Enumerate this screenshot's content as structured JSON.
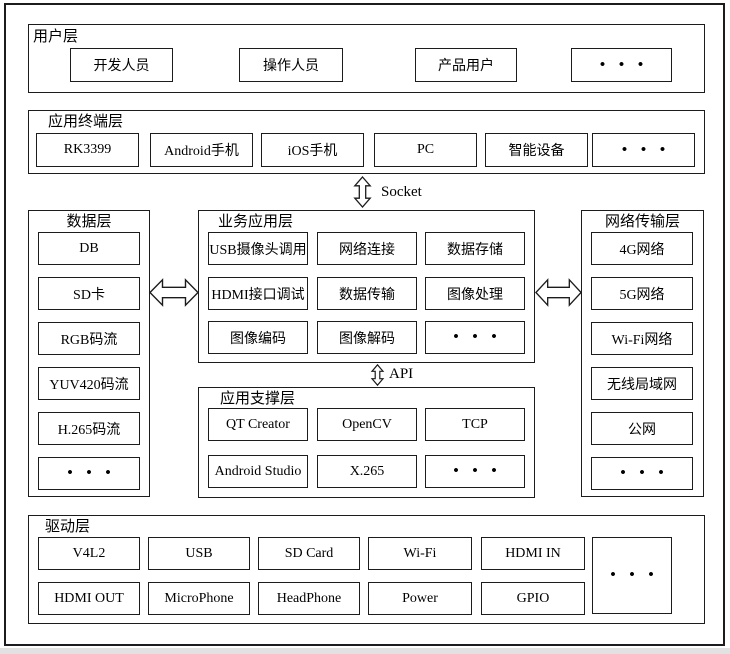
{
  "layers": {
    "user": {
      "label": "用户层",
      "items": [
        "开发人员",
        "操作人员",
        "产品用户",
        "• • •"
      ]
    },
    "terminal": {
      "label": "应用终端层",
      "items": [
        "RK3399",
        "Android手机",
        "iOS手机",
        "PC",
        "智能设备",
        "• • •"
      ]
    },
    "data": {
      "label": "数据层",
      "items": [
        "DB",
        "SD卡",
        "RGB码流",
        "YUV420码流",
        "H.265码流",
        "• • •"
      ]
    },
    "business": {
      "label": "业务应用层",
      "items": [
        "USB摄像头调用",
        "网络连接",
        "数据存储",
        "HDMI接口调试",
        "数据传输",
        "图像处理",
        "图像编码",
        "图像解码",
        "• • •"
      ]
    },
    "support": {
      "label": "应用支撑层",
      "items": [
        "QT Creator",
        "OpenCV",
        "TCP",
        "Android Studio",
        "X.265",
        "• • •"
      ]
    },
    "network": {
      "label": "网络传输层",
      "items": [
        "4G网络",
        "5G网络",
        "Wi-Fi网络",
        "无线局域网",
        "公网",
        "• • •"
      ]
    },
    "driver": {
      "label": "驱动层",
      "items": [
        "V4L2",
        "USB",
        "SD Card",
        "Wi-Fi",
        "HDMI IN",
        "HDMI OUT",
        "MicroPhone",
        "HeadPhone",
        "Power",
        "GPIO",
        "• • •"
      ]
    }
  },
  "connectors": {
    "socket_label": "Socket",
    "api_label": "API"
  },
  "colors": {
    "line": "#1c1c1c",
    "background": "#ffffff",
    "text": "#000000"
  }
}
